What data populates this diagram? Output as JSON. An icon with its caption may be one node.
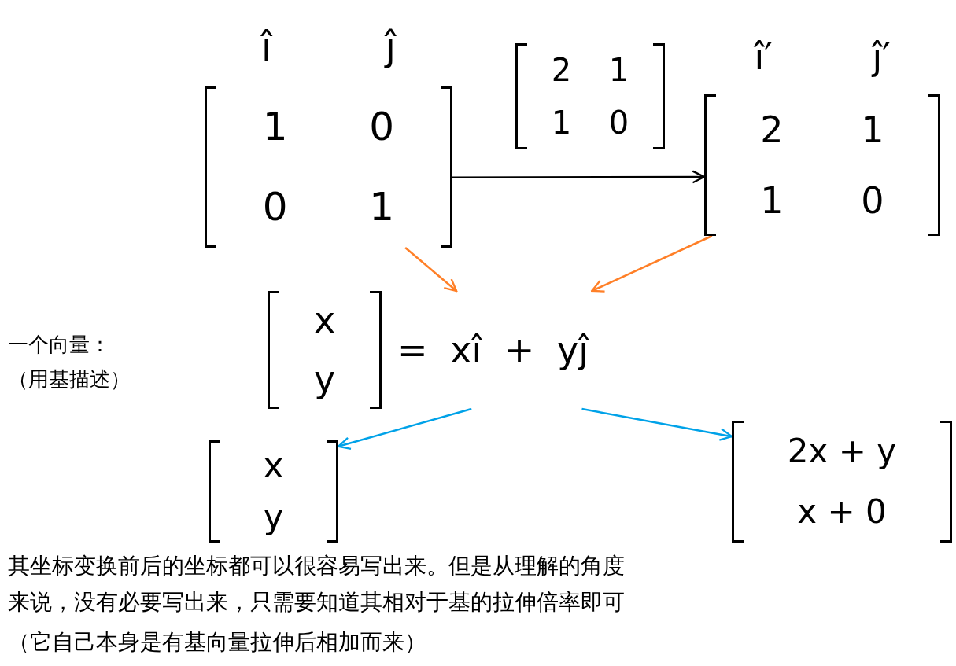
{
  "diagram": {
    "nodes": [
      {
        "text": [
          "î",
          "ĵ",
          "1",
          "0",
          "0",
          "1"
        ]
      },
      {
        "text": [
          "2",
          "1",
          "1",
          "0"
        ]
      },
      {
        "text": [
          "î′",
          "ĵ′",
          "2",
          "1",
          "1",
          "0"
        ]
      },
      {
        "text": [
          "x",
          "y",
          "= xî + yĵ"
        ]
      },
      {
        "text": [
          "x",
          "y"
        ]
      },
      {
        "text": [
          "2x + y",
          "x + 0"
        ]
      }
    ],
    "edges": [
      {
        "from": 0,
        "to": 2,
        "arrow": "to",
        "color": "#000000"
      },
      {
        "from": 0,
        "to": 3,
        "arrow": "to",
        "color": "#ff7f27"
      },
      {
        "from": 2,
        "to": 3,
        "arrow": "to",
        "color": "#ff7f27"
      },
      {
        "from": 3,
        "to": 4,
        "arrow": "to",
        "color": "#00a2e8"
      },
      {
        "from": 3,
        "to": 5,
        "arrow": "to",
        "color": "#00a2e8"
      }
    ],
    "labels": [
      "一个向量：",
      "（用基描述）",
      "其坐标变换前后的坐标都可以很容易写出来。但是从理解的角度来说，没有必要写出来，只需要知道其相对于基的拉伸倍率即可",
      "（它自己本身是有基向量拉伸后相加而来）"
    ]
  }
}
